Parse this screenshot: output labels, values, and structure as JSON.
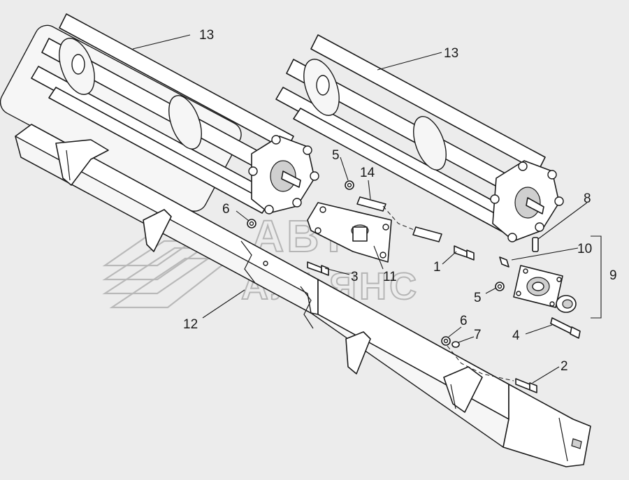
{
  "watermark": {
    "line1": "АВТО",
    "line2": "АЛЬЯНС"
  },
  "callouts": [
    {
      "id": "13a",
      "label": "13"
    },
    {
      "id": "13b",
      "label": "13"
    },
    {
      "id": "14",
      "label": "14"
    },
    {
      "id": "5a",
      "label": "5"
    },
    {
      "id": "6a",
      "label": "6"
    },
    {
      "id": "11",
      "label": "11"
    },
    {
      "id": "1",
      "label": "1"
    },
    {
      "id": "3",
      "label": "3"
    },
    {
      "id": "12",
      "label": "12"
    },
    {
      "id": "8",
      "label": "8"
    },
    {
      "id": "10",
      "label": "10"
    },
    {
      "id": "9",
      "label": "9"
    },
    {
      "id": "5b",
      "label": "5"
    },
    {
      "id": "4",
      "label": "4"
    },
    {
      "id": "6b",
      "label": "6"
    },
    {
      "id": "7",
      "label": "7"
    },
    {
      "id": "2",
      "label": "2"
    }
  ],
  "colors": {
    "background": "#ececec",
    "line": "#1a1a1a",
    "watermark": "#b9b9b9"
  }
}
